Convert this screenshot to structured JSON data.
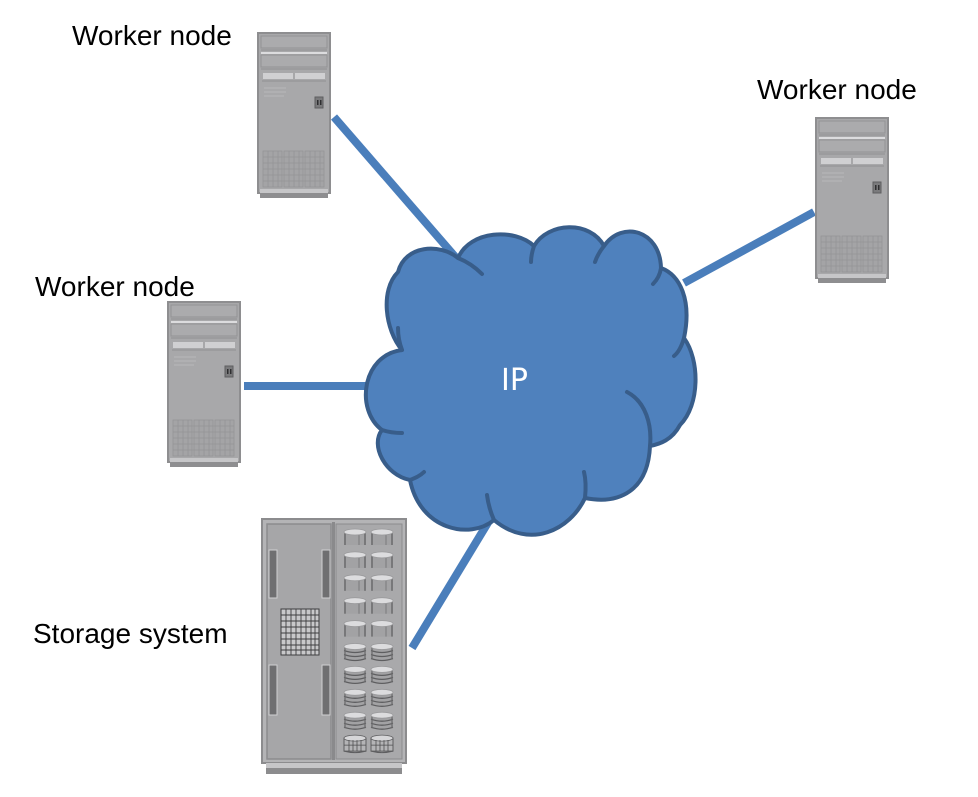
{
  "diagram": {
    "title": "",
    "colors": {
      "link": "#4a7ebb",
      "cloud_fill": "#4f81bd",
      "cloud_stroke": "#385d8a",
      "cloud_text": "#ffffff",
      "server_body": "#a6a6a8",
      "server_edge": "#8c8c8e",
      "server_light": "#d2d2d4",
      "server_dark": "#6f6f71",
      "label_text": "#000000",
      "background": "#ffffff"
    },
    "cloud": {
      "label": "IP",
      "icon": "network-cloud-icon"
    },
    "nodes": [
      {
        "id": "worker-1",
        "label": "Worker node",
        "icon": "tower-server-icon"
      },
      {
        "id": "worker-2",
        "label": "Worker node",
        "icon": "tower-server-icon"
      },
      {
        "id": "worker-3",
        "label": "Worker node",
        "icon": "tower-server-icon"
      },
      {
        "id": "storage",
        "label": "Storage system",
        "icon": "storage-rack-icon"
      }
    ],
    "links": [
      {
        "from": "worker-1",
        "to": "cloud"
      },
      {
        "from": "worker-2",
        "to": "cloud"
      },
      {
        "from": "worker-3",
        "to": "cloud"
      },
      {
        "from": "storage",
        "to": "cloud"
      }
    ],
    "storage_rack": {
      "drive_rows": 10,
      "drive_columns": 2,
      "drive_types": [
        "single-disk",
        "single-disk",
        "single-disk",
        "single-disk",
        "single-disk",
        "stacked-disk",
        "stacked-disk",
        "stacked-disk",
        "stacked-disk",
        "tape-cartridge"
      ]
    }
  }
}
